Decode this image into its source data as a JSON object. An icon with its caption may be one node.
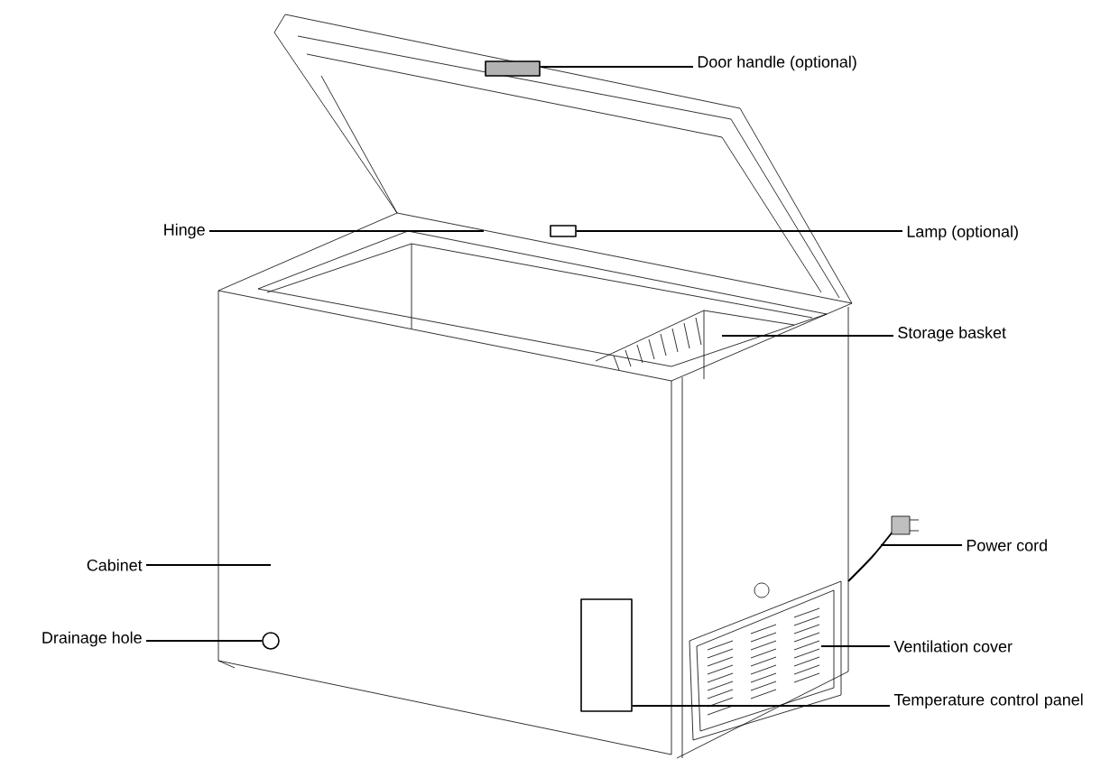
{
  "diagram": {
    "nodes": [
      {
        "text": [
          "Door handle (optional)"
        ]
      },
      {
        "text": [],
        "shape": "box"
      },
      {
        "text": [
          "Hinge"
        ]
      },
      {
        "text": [
          "Lamp (optional)"
        ]
      },
      {
        "text": [],
        "shape": "box"
      },
      {
        "text": [
          "Storage basket"
        ]
      },
      {
        "text": [
          "Power cord"
        ]
      },
      {
        "text": [
          "Cabinet"
        ]
      },
      {
        "text": [
          "Drainage hole"
        ]
      },
      {
        "text": [],
        "shape": "circle"
      },
      {
        "text": [
          "Ventilation cover"
        ]
      },
      {
        "text": [
          "Temperature control panel"
        ]
      },
      {
        "text": [],
        "shape": "box"
      }
    ],
    "edges": [
      {
        "from": 0,
        "to": 1,
        "arrow": "none"
      },
      {
        "from": 2,
        "to": null,
        "arrow": "none"
      },
      {
        "from": 3,
        "to": 4,
        "arrow": "none"
      },
      {
        "from": 5,
        "to": null,
        "arrow": "none"
      },
      {
        "from": 6,
        "to": null,
        "arrow": "none"
      },
      {
        "from": 7,
        "to": null,
        "arrow": "none"
      },
      {
        "from": 8,
        "to": 9,
        "arrow": "none"
      },
      {
        "from": 10,
        "to": null,
        "arrow": "none"
      },
      {
        "from": 11,
        "to": 12,
        "arrow": "none"
      }
    ]
  }
}
